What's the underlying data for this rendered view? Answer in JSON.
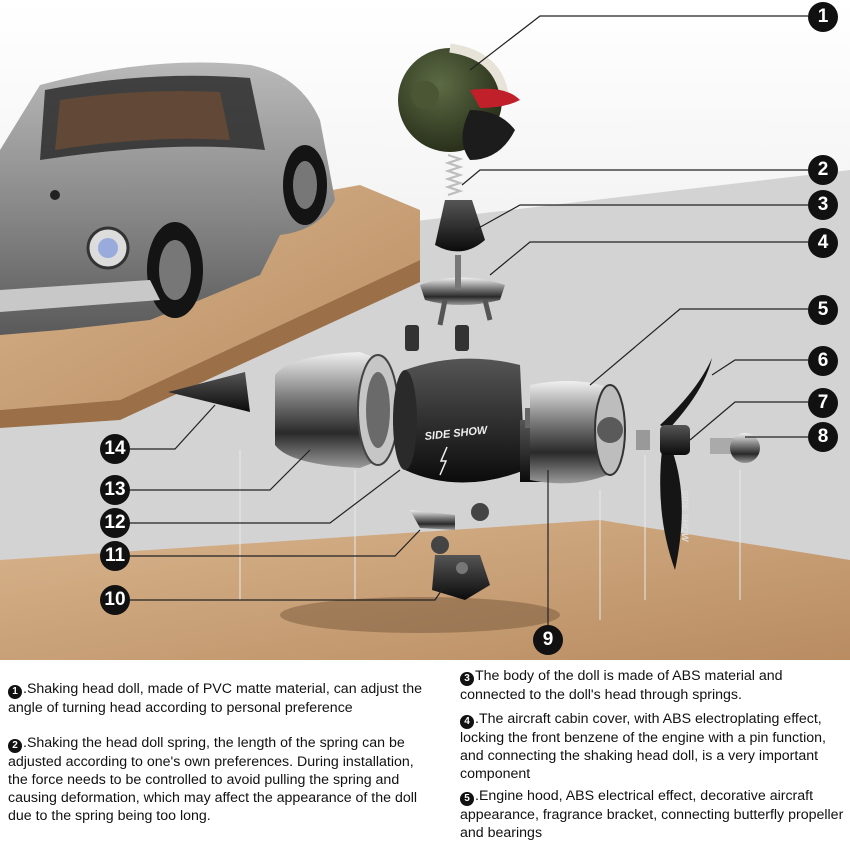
{
  "scene": {
    "brand_mark": "SIDE SHOW",
    "callouts": [
      "1",
      "2",
      "3",
      "4",
      "5",
      "6",
      "7",
      "8",
      "9",
      "10",
      "11",
      "12",
      "13",
      "14"
    ]
  },
  "captions": [
    {
      "num": "1",
      "text": ".Shaking head doll, made of PVC matte material, can adjust the angle of turning head according to personal preference"
    },
    {
      "num": "2",
      "text": ".Shaking the head doll spring, the length of the spring can be adjusted according to one's own preferences. During installation, the force needs to be controlled to avoid pulling the spring and causing deformation, which may affect the appearance of the doll due to the spring being too long."
    },
    {
      "num": "3",
      "text": "The body of the doll is made of ABS material and connected to the doll's head through springs."
    },
    {
      "num": "4",
      "text": ".The aircraft cabin cover, with ABS electroplating effect, locking the front benzene of the engine with a pin function, and connecting the shaking head doll, is a very important component"
    },
    {
      "num": "5",
      "text": ".Engine hood, ABS electrical effect, decorative aircraft appearance, fragrance bracket, connecting butterfly propeller and bearings"
    }
  ],
  "colors": {
    "badge": "#111111",
    "wood": "#c9a27a",
    "chrome": "#9a9a9a",
    "helmet": "#3f4a2e",
    "accent_red": "#c0202a"
  }
}
